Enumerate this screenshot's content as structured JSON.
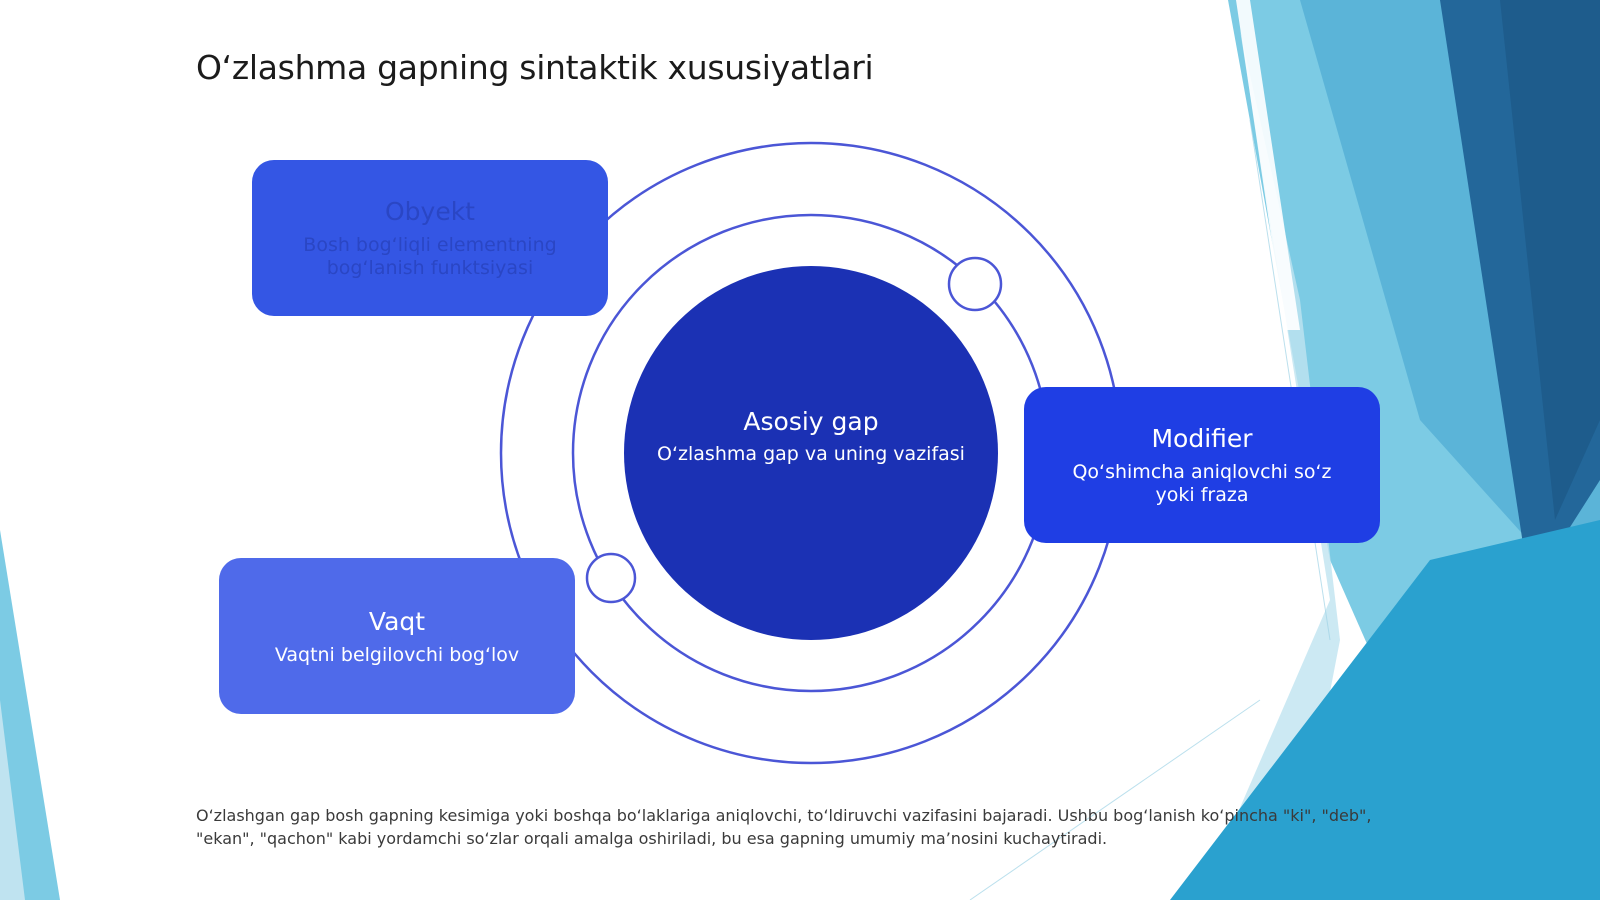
{
  "slide": {
    "title": "O‘zlashma gapning sintaktik xususiyatlari",
    "footer_text": "O‘zlashgan gap bosh gapning kesimiga yoki boshqa bo‘laklariga aniqlovchi, to‘ldiruvchi vazifasini bajaradi. Ushbu bog‘lanish ko‘pincha \"ki\", \"deb\", \"ekan\", \"qachon\" kabi yordamchi so‘zlar orqali amalga oshiriladi, bu esa gapning umumiy ma’nosini kuchaytiradi."
  },
  "diagram": {
    "center": {
      "title": "Asosiy gap",
      "description": "O‘zlashma gap va uning vazifasi"
    },
    "nodes": [
      {
        "id": "obyekt",
        "title": "Obyekt",
        "description": "Bosh bog‘liqli elementning bog‘lanish funktsiyasi"
      },
      {
        "id": "modifier",
        "title": "Modifier",
        "description": "Qo‘shimcha aniqlovchi so‘z yoki fraza"
      },
      {
        "id": "vaqt",
        "title": "Vaqt",
        "description": "Vaqtni belgilovchi bog‘lov"
      }
    ]
  },
  "colors": {
    "title_text": "#1b1b1b",
    "center_circle": "#1b31b4",
    "ring_stroke": "#4b56d6",
    "obyekt_box": "#3456e4",
    "modifier_box": "#1f3ee4",
    "vaqt_box": "#4f6aea",
    "background_accent_light": "#6fc3df",
    "background_accent_dark": "#1e5f8f"
  }
}
